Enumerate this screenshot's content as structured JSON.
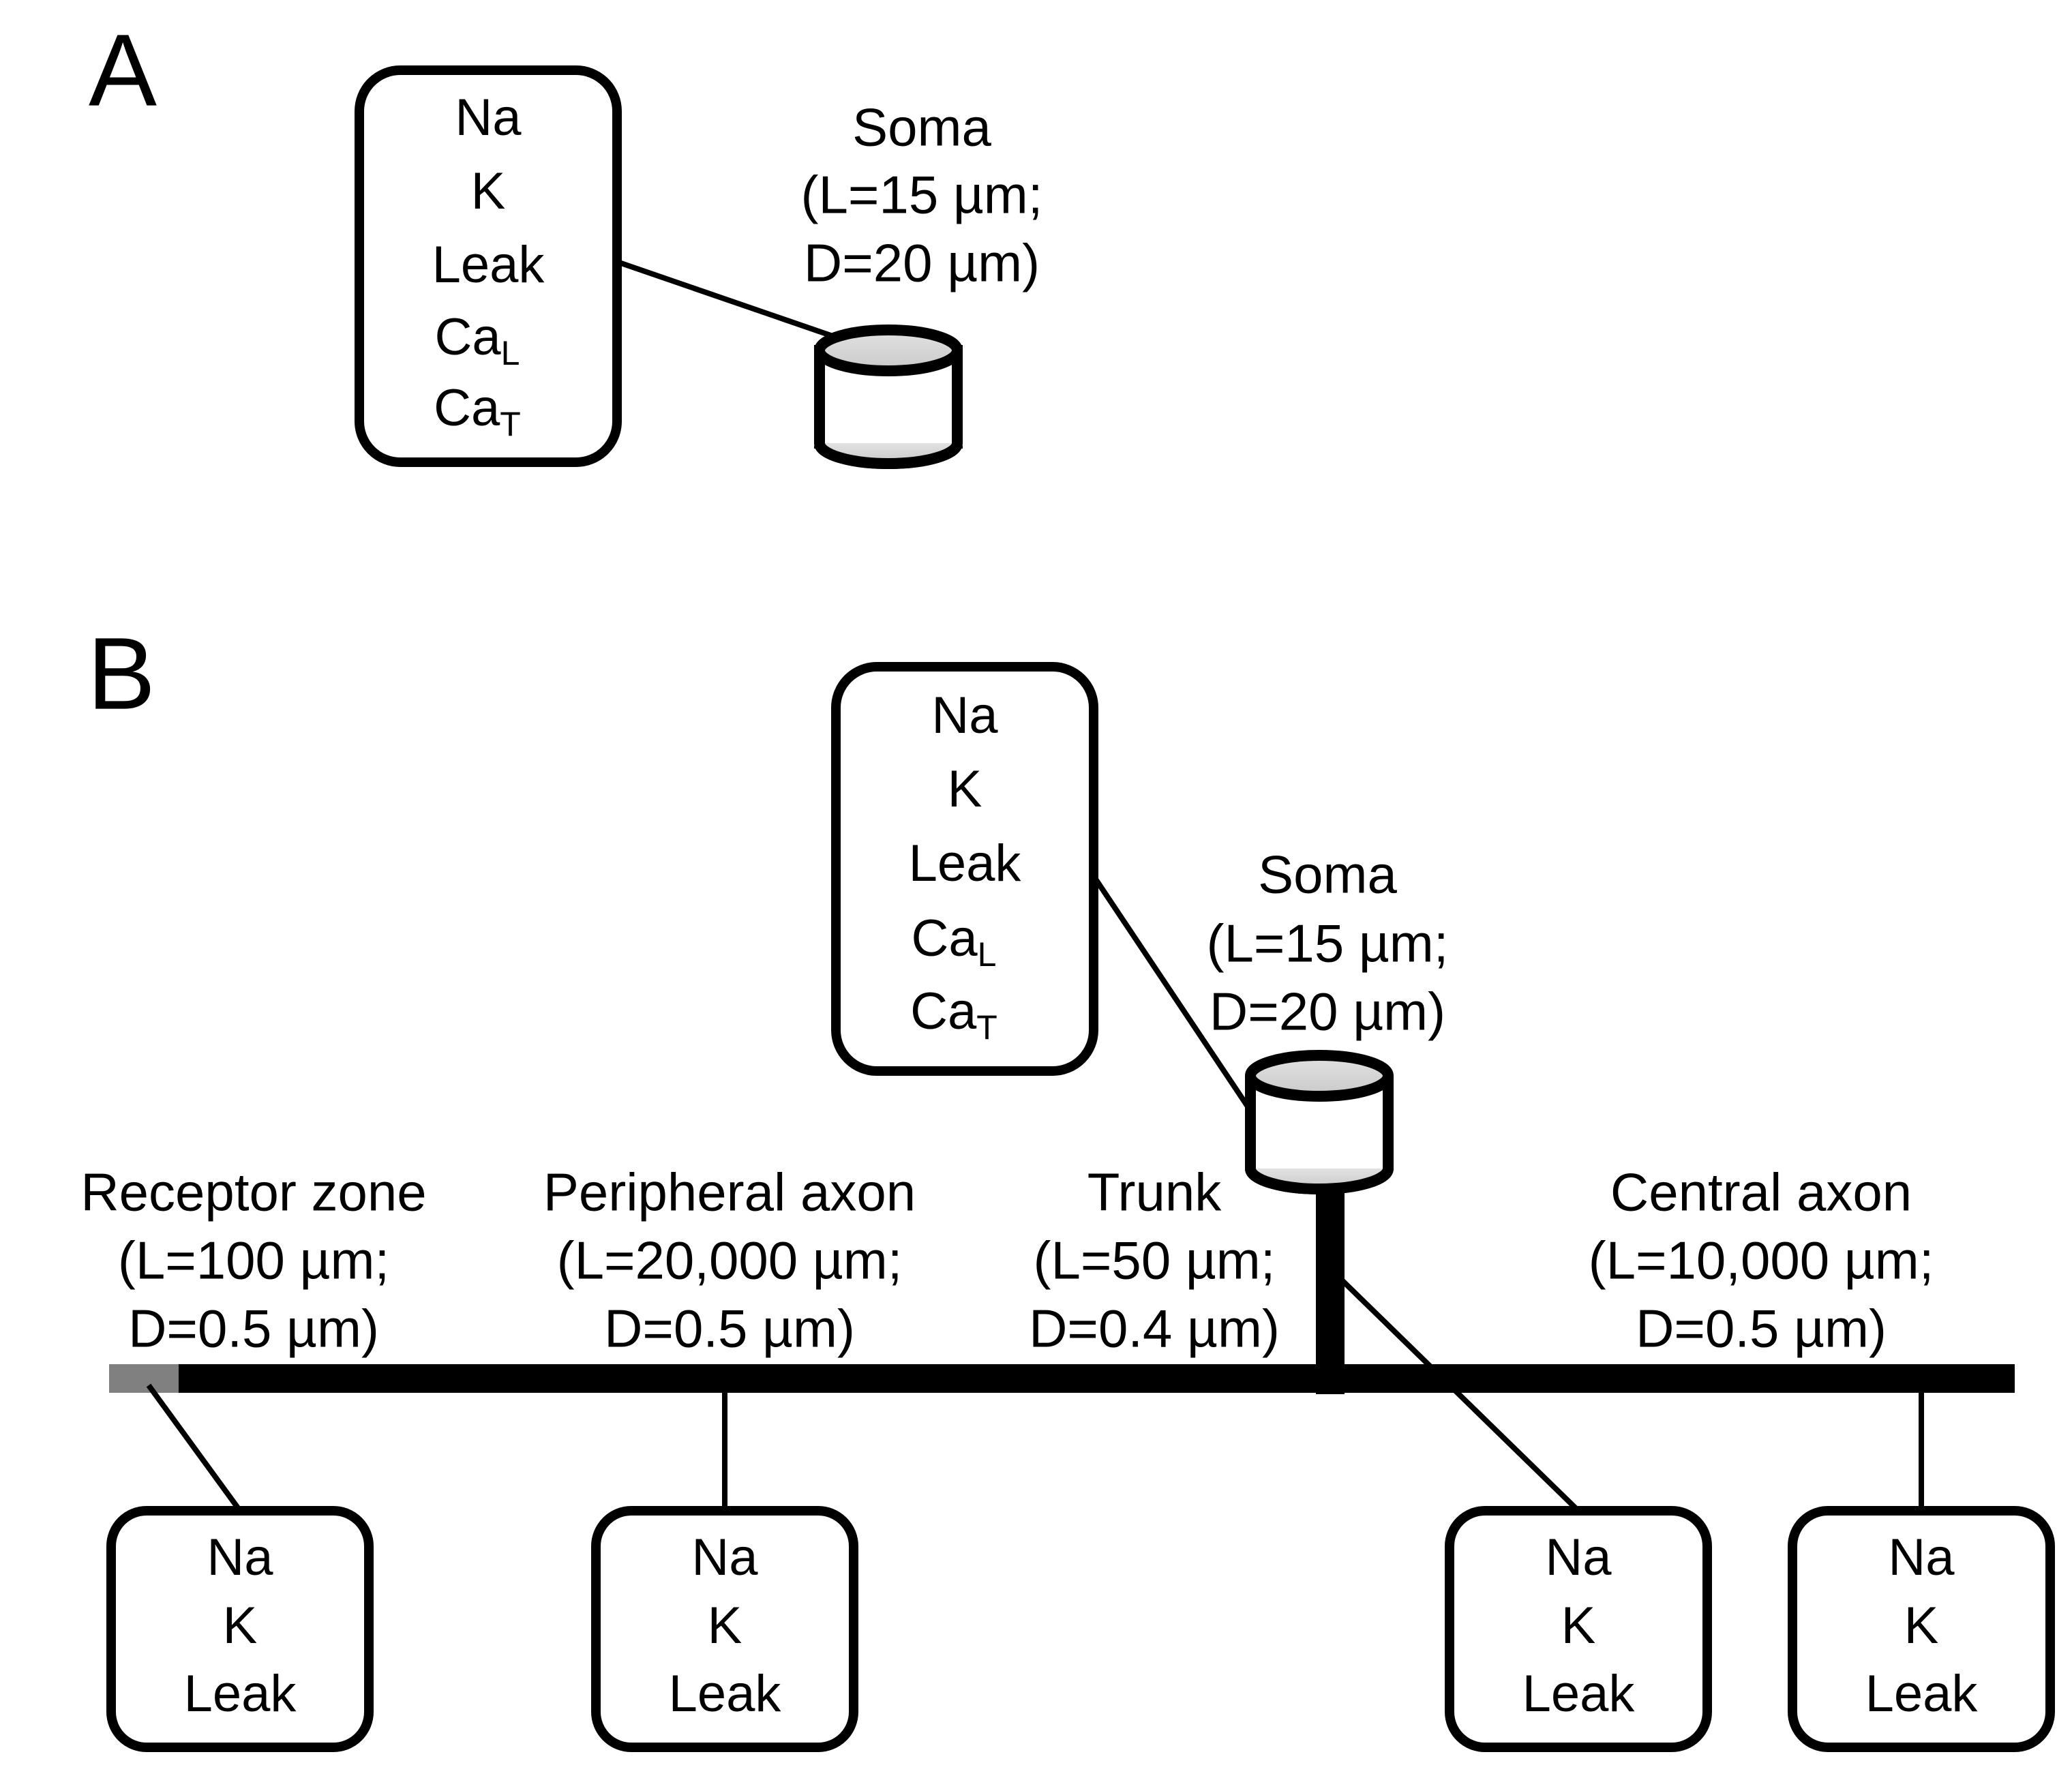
{
  "figure": {
    "panels": [
      {
        "letter": "A",
        "soma": {
          "name": "Soma",
          "length_line": "(L=15 µm;",
          "diameter_line": "D=20 µm)"
        },
        "soma_channels": {
          "name": "soma-channel-box",
          "items": [
            {
              "base": "Na",
              "sub": ""
            },
            {
              "base": "K",
              "sub": ""
            },
            {
              "base": "Leak",
              "sub": ""
            },
            {
              "base": "Ca",
              "sub": "L"
            },
            {
              "base": "Ca",
              "sub": "T"
            }
          ]
        }
      },
      {
        "letter": "B",
        "soma": {
          "name": "Soma",
          "length_line": "(L=15 µm;",
          "diameter_line": "D=20 µm)"
        },
        "soma_channels": {
          "name": "soma-channel-box",
          "items": [
            {
              "base": "Na",
              "sub": ""
            },
            {
              "base": "K",
              "sub": ""
            },
            {
              "base": "Leak",
              "sub": ""
            },
            {
              "base": "Ca",
              "sub": "L"
            },
            {
              "base": "Ca",
              "sub": "T"
            }
          ]
        },
        "segments": [
          {
            "id": "receptor-zone",
            "name": "Receptor zone",
            "length_line": "(L=100 µm;",
            "diameter_line": "D=0.5 µm)",
            "length_um": 100,
            "diameter_um": 0.5,
            "color": "#808080"
          },
          {
            "id": "peripheral-axon",
            "name": "Peripheral axon",
            "length_line": "(L=20,000 µm;",
            "diameter_line": "D=0.5 µm)",
            "length_um": 20000,
            "diameter_um": 0.5,
            "color": "#000000"
          },
          {
            "id": "trunk",
            "name": "Trunk",
            "length_line": "(L=50 µm;",
            "diameter_line": "D=0.4 µm)",
            "length_um": 50,
            "diameter_um": 0.4,
            "color": "#000000"
          },
          {
            "id": "central-axon",
            "name": "Central axon",
            "length_line": "(L=10,000 µm;",
            "diameter_line": "D=0.5 µm)",
            "length_um": 10000,
            "diameter_um": 0.5,
            "color": "#000000"
          }
        ],
        "segment_channel_boxes": [
          {
            "id": "receptor-zone-channels",
            "items": [
              "Na",
              "K",
              "Leak"
            ]
          },
          {
            "id": "peripheral-axon-channels",
            "items": [
              "Na",
              "K",
              "Leak"
            ]
          },
          {
            "id": "trunk-channels",
            "items": [
              "Na",
              "K",
              "Leak"
            ]
          },
          {
            "id": "central-axon-channels",
            "items": [
              "Na",
              "K",
              "Leak"
            ]
          }
        ]
      }
    ]
  }
}
